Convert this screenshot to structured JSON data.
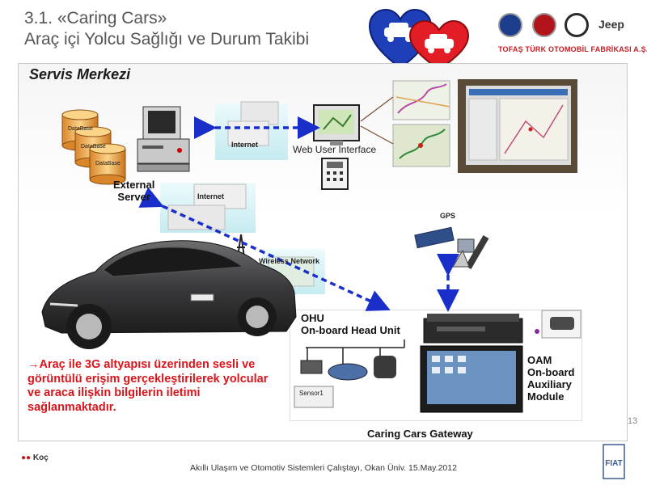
{
  "slide": {
    "title_line1": "3.1. «Caring Cars»",
    "title_line2": "Araç içi Yolcu Sağlığı ve Durum Takibi",
    "section_title": "Servis Merkezi",
    "page_number": "13",
    "footer": "Akıllı Ulaşım ve Otomotiv Sistemleri Çalıştayı, Okan Üniv. 15.May.2012",
    "logos": {
      "jeep": "Jeep",
      "tofas": "TOFAŞ TÜRK OTOMOBİL FABRİKASI A.Ş.",
      "koc": "Koç",
      "fiat": "FIAT"
    }
  },
  "diagram": {
    "database_labels": [
      "DataBase",
      "DataBase",
      "DataBase"
    ],
    "external_server_label": "External\nServer",
    "internet_top_label": "Internet",
    "internet_mid_label": "Internet",
    "web_ui_label": "Web User Interface",
    "gps_label": "GPS",
    "wireless_label": "Wireless Network",
    "ohu_label": "OHU\nOn-board Head Unit",
    "oam_label": "OAM\nOn-board\nAuxiliary\nModule",
    "sensor_label": "Sensor1",
    "gateway_label": "Caring Cars Gateway",
    "arrow_color": "#1a2fc9"
  },
  "description": {
    "text": "→Araç ile 3G altyapısı üzerinden sesli ve görüntülü erişim gerçekleştirilerek yolcular ve araca ilişkin bilgilerin iletimi sağlanmaktadır."
  }
}
